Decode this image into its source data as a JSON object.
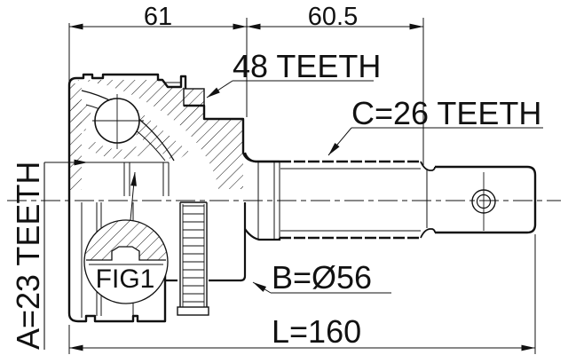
{
  "drawing": {
    "dimension_labels": {
      "housing_length": "61",
      "shaft_length": "60.5",
      "overall_length": "L=160",
      "housing_diameter": "B=Ø56"
    },
    "teeth_labels": {
      "abs_ring": "48 TEETH",
      "outer_spline": "C=26 TEETH",
      "inner_spline": "A=23 TEETH"
    },
    "figure_label": "FIG1",
    "colors": {
      "line": "#111111",
      "background": "#ffffff"
    }
  }
}
